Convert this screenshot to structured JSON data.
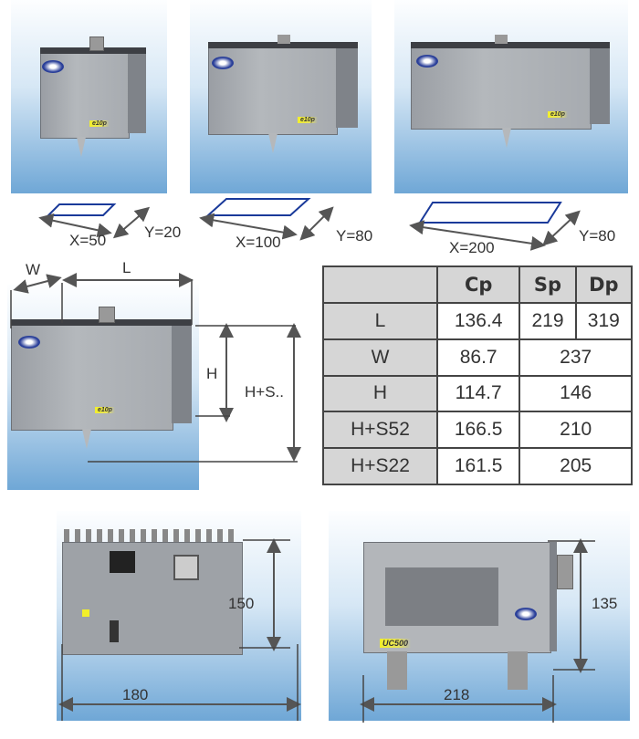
{
  "models": [
    {
      "name": "Cp",
      "x_label": "X=50",
      "y_label": "Y=20"
    },
    {
      "name": "Sp",
      "x_label": "X=100",
      "y_label": "Y=80"
    },
    {
      "name": "Dp",
      "x_label": "X=200",
      "y_label": "Y=80"
    }
  ],
  "dimension_diagram": {
    "w_label": "W",
    "l_label": "L",
    "h_label": "H",
    "hs_label": "H+S.."
  },
  "table": {
    "headers": [
      "",
      "Cp",
      "Sp",
      "Dp"
    ],
    "rows": [
      {
        "label": "L",
        "cp": "136.4",
        "sp": "219",
        "dp": "319"
      },
      {
        "label": "W",
        "cp": "86.7",
        "spdp": "237"
      },
      {
        "label": "H",
        "cp": "114.7",
        "spdp": "146"
      },
      {
        "label": "H+S52",
        "cp": "166.5",
        "spdp": "210"
      },
      {
        "label": "H+S22",
        "cp": "161.5",
        "spdp": "205"
      }
    ]
  },
  "controller_back": {
    "height_label": "150",
    "width_label": "180"
  },
  "controller_front": {
    "height_label": "135",
    "width_label": "218",
    "logo_text": "UC500"
  },
  "colors": {
    "panel_blue": "#6fa7d6",
    "outline_blue": "#1a3a9a",
    "table_header": "#d6d6d6"
  }
}
